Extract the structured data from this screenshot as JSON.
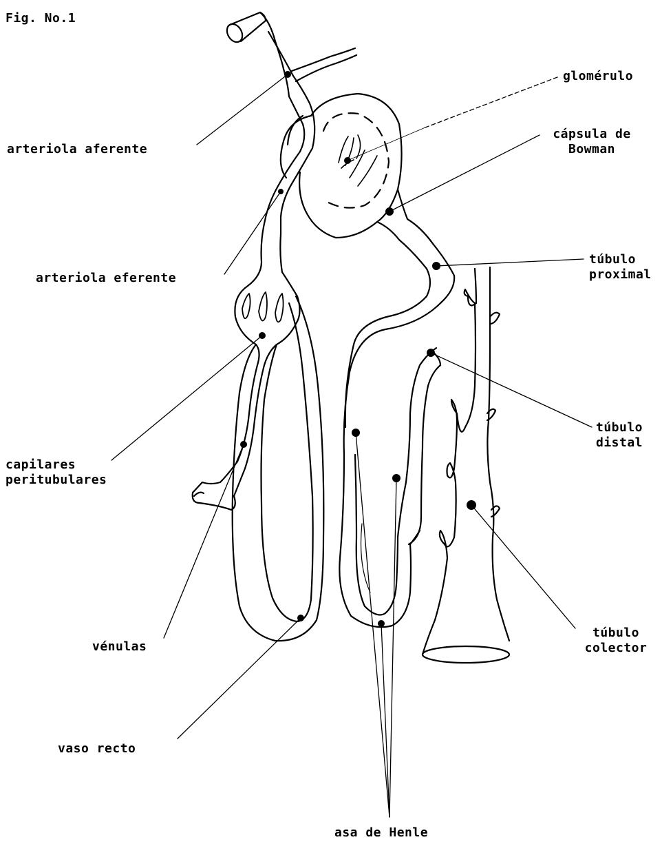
{
  "figure": {
    "title": "Fig. No.1",
    "labels": {
      "arteriola_aferente": "arteriola aferente",
      "arteriola_eferente": "arteriola eferente",
      "capilares_line1": "capilares",
      "capilares_line2": "peritubulares",
      "venulas": "vénulas",
      "vaso_recto": "vaso recto",
      "asa_de_henle": "asa de Henle",
      "glomerulo": "glomérulo",
      "capsula_line1": "cápsula de",
      "capsula_line2": "Bowman",
      "proximal_line1": "túbulo",
      "proximal_line2": "proximal",
      "distal_line1": "túbulo",
      "distal_line2": "distal",
      "colector_line1": "túbulo",
      "colector_line2": "colector"
    },
    "colors": {
      "ink": "#000000",
      "paper": "#ffffff"
    }
  }
}
